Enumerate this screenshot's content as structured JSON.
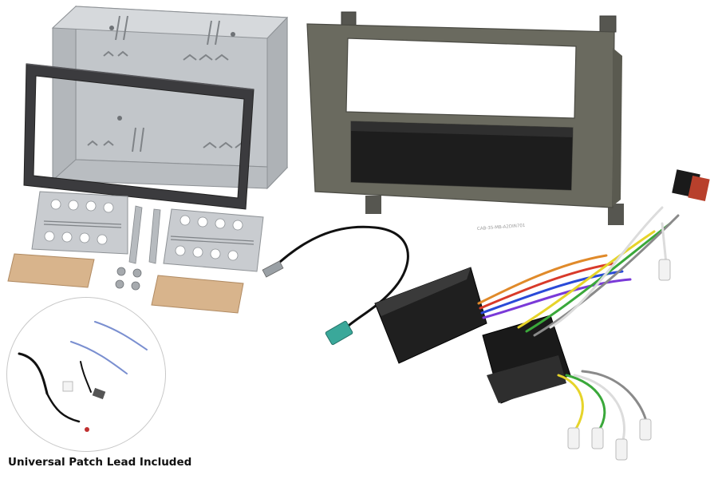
{
  "caption": "Universal Patch Lead Included",
  "fascia_label": "CAB-35-MB-A2DIN701",
  "colors": {
    "cage_metal": "#c9ccd0",
    "frame_dark": "#3b3b3e",
    "fascia": "#6a6a5f",
    "fakra": "#3aa89a",
    "foam_pad": "#d8b48c"
  },
  "items": {
    "cage": "double-din-mounting-cage",
    "surround": "double-din-surround-frame",
    "brackets": "side-mounting-brackets",
    "fascia": "single-din-fascia-with-pocket",
    "antenna": "fakra-aerial-adapter",
    "interface": "steering-control-interface",
    "harness": "iso-wiring-harness",
    "patch_lead": "universal-patch-lead"
  }
}
